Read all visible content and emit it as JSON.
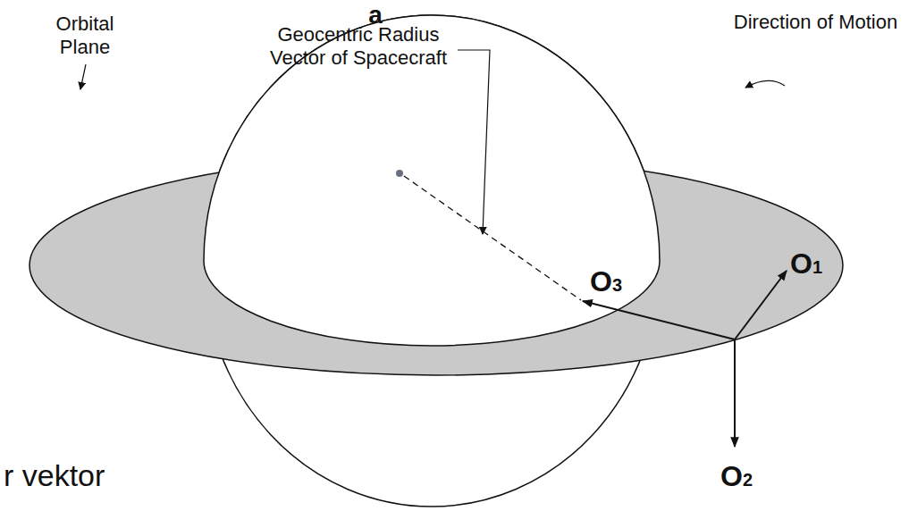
{
  "diagram": {
    "labels": [
      "a",
      "Orbital Plane",
      "Geocentric Radius Vector of Spacecraft",
      "Direction of Motion",
      "O3",
      "O1",
      "O2",
      "r vektor"
    ]
  }
}
